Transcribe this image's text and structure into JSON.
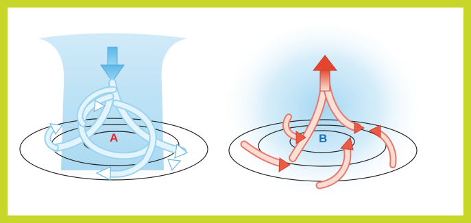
{
  "panels": [
    {
      "label": "A",
      "label_color": "#e52330",
      "flow": "downward-outward"
    },
    {
      "label": "B",
      "label_color": "#1b6fb5",
      "flow": "inward-upward"
    }
  ],
  "colors": {
    "border": "#c8d62a",
    "cool_fill": "#a9d9f2",
    "cool_arrow": "#6cc0ea",
    "warm_arrow": "#e84a3c",
    "ellipse_stroke": "#222222"
  }
}
